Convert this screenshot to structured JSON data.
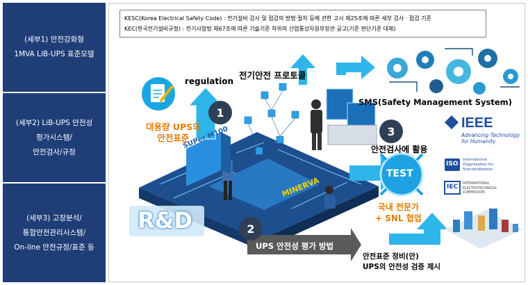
{
  "sidebar": {
    "panels": [
      {
        "lines": [
          "(세부1) 안전강화형",
          "1MVA LiB-UPS 표준모델"
        ]
      },
      {
        "lines": [
          "(세부2) LiB-UPS 안전성",
          "평가시스템/",
          "안전검사/규정"
        ]
      },
      {
        "lines": [
          "(세부3) 고장분석/",
          "통합안전관리시스템/",
          "On-line 안전규정/표준 등"
        ]
      }
    ]
  },
  "notes": {
    "line1": "KESC(Korea Electrical Safety Code) : 전기설비 검사 및 점검의 방법·절차 등에 관한 고시 제25조에 따른 세부 검사 · 점검 기준",
    "line2": "KEC(한국전기설비규정) : 전기사업법 제67조에 따른 기술기준 하위의 산업통상자원부장관 공고(기준 판단기준 대체)"
  },
  "diagram": {
    "regulation": "regulation",
    "protocol": "전기안전 프로토콜",
    "sms": "SMS(Safety Management System)",
    "step1_number": "1",
    "step1_text": [
      "대용량 UPS의",
      "안전표준"
    ],
    "step2_number": "2",
    "step2_text": "UPS 안전성 평가 방법",
    "step3_number": "3",
    "step3_text": "안전검사에 활용",
    "test_badge": "TEST",
    "collab": [
      "국내 전문가",
      "+ SNL 협업"
    ],
    "proposal": [
      "안전표준 정비(안)",
      "UPS의 안전성 검증 제시"
    ],
    "superm": "SUPer M100",
    "minerva": "MINERVA",
    "rnd": "R&D",
    "ieee": {
      "name": "IEEE",
      "tagline": [
        "Advancing Technology",
        "for Humanity"
      ]
    },
    "iso": {
      "name": "ISO",
      "caption": [
        "International",
        "Organization for",
        "Standardization"
      ]
    },
    "iec": {
      "name": "IEC",
      "caption": [
        "INTERNATIONAL",
        "ELECTROTECHNICAL",
        "COMMISSION"
      ]
    }
  },
  "colors": {
    "navy": "#1f3e78",
    "accent_blue": "#2eb5ea",
    "orange": "#e07b00",
    "dark_circle": "#2f3f57",
    "arrow_gray": "#5a5a5a"
  }
}
